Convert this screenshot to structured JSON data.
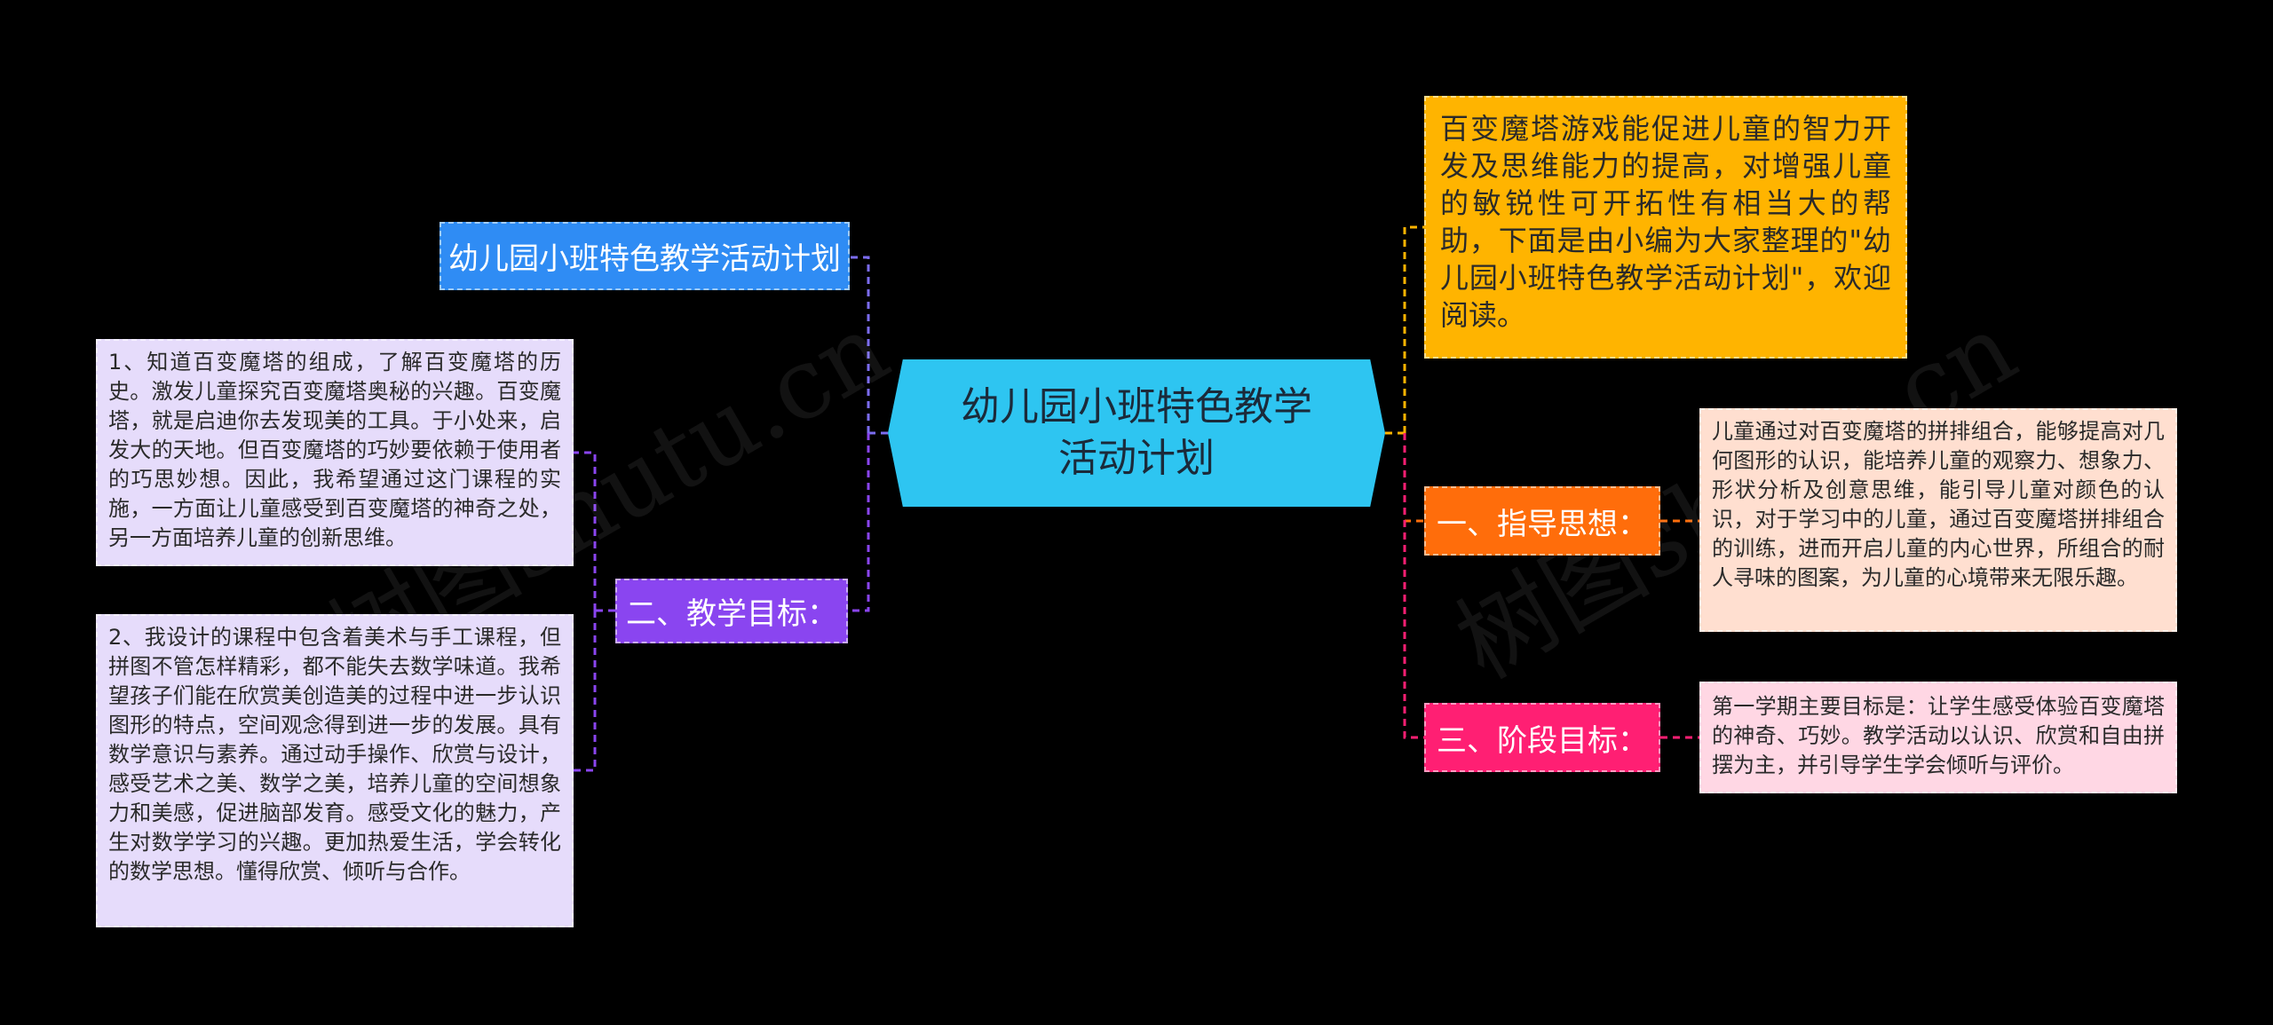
{
  "center": {
    "title": "幼儿园小班特色教学活动计划"
  },
  "left": {
    "title_node": "幼儿园小班特色教学活动计划",
    "goal_label": "二、教学目标：",
    "goal_items": [
      "1、知道百变魔塔的组成，了解百变魔塔的历史。激发儿童探究百变魔塔奥秘的兴趣。百变魔塔，就是启迪你去发现美的工具。于小处来，启发大的天地。但百变魔塔的巧妙要依赖于使用者的巧思妙想。因此，我希望通过这门课程的实施，一方面让儿童感受到百变魔塔的神奇之处，另一方面培养儿童的创新思维。",
      "2、我设计的课程中包含着美术与手工课程，但拼图不管怎样精彩，都不能失去数学味道。我希望孩子们能在欣赏美创造美的过程中进一步认识图形的特点，空间观念得到进一步的发展。具有数学意识与素养。通过动手操作、欣赏与设计，感受艺术之美、数学之美，培养儿童的空间想象力和美感，促进脑部发育。感受文化的魅力，产生对数学学习的兴趣。更加热爱生活，学会转化的数学思想。懂得欣赏、倾听与合作。"
    ]
  },
  "right": {
    "intro": "百变魔塔游戏能促进儿童的智力开发及思维能力的提高，对增强儿童的敏锐性可开拓性有相当大的帮助，下面是由小编为大家整理的\"幼儿园小班特色教学活动计划\"，欢迎阅读。",
    "guide_label": "一、指导思想：",
    "guide_text": "儿童通过对百变魔塔的拼排组合，能够提高对几何图形的认识，能培养儿童的观察力、想象力、形状分析及创意思维，能引导儿童对颜色的认识，对于学习中的儿童，通过百变魔塔拼排组合的训练，进而开启儿童的内心世界，所组合的耐人寻味的图案，为儿童的心境带来无限乐趣。",
    "stage_label": "三、阶段目标：",
    "stage_text": "第一学期主要目标是：让学生感受体验百变魔塔的神奇、巧妙。教学活动以认识、欣赏和自由拼摆为主，并引导学生学会倾听与评价。"
  },
  "watermark": "树图shutu.cn",
  "colors": {
    "background": "#000000",
    "center": "#2ec5f1",
    "title_node": "#2f8cf4",
    "goal": "#8a45f0",
    "intro": "#ffb400",
    "guide": "#ff6d0b",
    "stage": "#ff1f73"
  }
}
